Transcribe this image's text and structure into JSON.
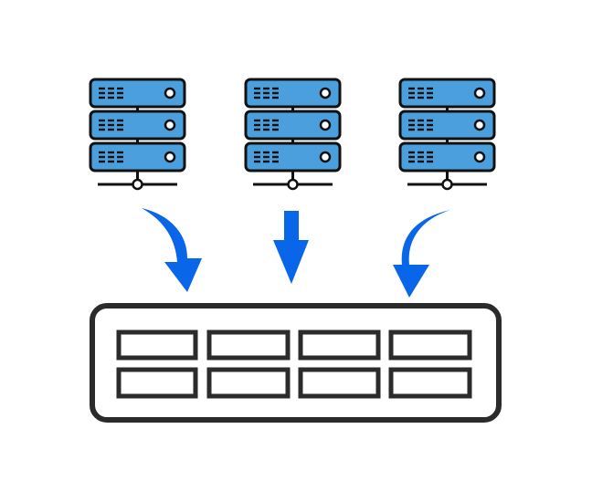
{
  "diagram": {
    "description_type": "servers-to-storage",
    "server_count": 3,
    "units_per_server": 3,
    "storage_slot_rows": 2,
    "storage_slot_cols": 4,
    "arrow_count": 3
  },
  "colors": {
    "server_fill": "#4a9fdc",
    "outline": "#111111",
    "arrow": "#0a66e8",
    "storage_outline": "#2b2b2b",
    "background": "#ffffff"
  },
  "icons": {
    "server": "server-rack-icon",
    "arrow": "arrow-icon",
    "storage": "storage-array-icon"
  }
}
